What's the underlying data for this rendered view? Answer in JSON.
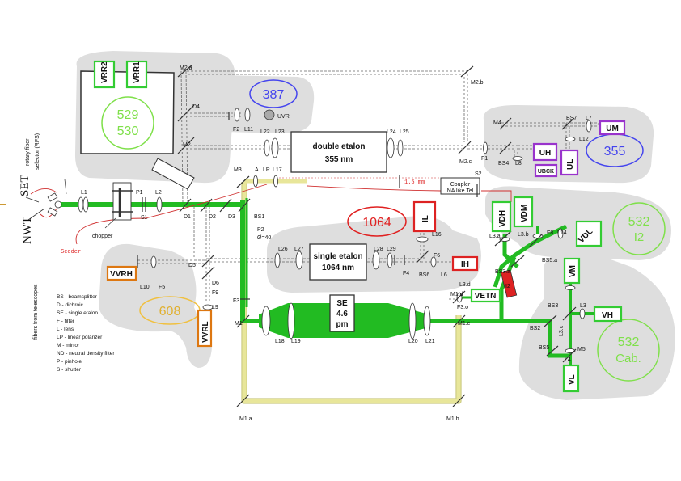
{
  "colors": {
    "green_beam": "#22bb22",
    "yellow_beam": "#e8e69a",
    "uv_region": "#dedede",
    "wl_green": "#7fe04a",
    "wl_blue": "#4444ee",
    "wl_red": "#e02020",
    "wl_orange": "#f0c040",
    "detector_green": "#33cc33",
    "detector_purple": "#9933cc",
    "detector_red": "#dd2222",
    "detector_orange": "#dd7711"
  },
  "side_labels": {
    "set": "SET",
    "nwt": "NWT",
    "rfs_1": "rotary fiber",
    "rfs_2": "selector (RFS)",
    "fibers": "fibers from telescopes"
  },
  "wavelengths": {
    "w529": "529",
    "w530": "530",
    "w387": "387",
    "w355": "355",
    "w1064": "1064",
    "w532a": "532",
    "w532a_sub": "I2",
    "w608": "608",
    "w532b": "532",
    "w532b_sub": "Cab."
  },
  "boxes": {
    "double_etalon_1": "double etalon",
    "double_etalon_2": "355 nm",
    "single_etalon_1": "single etalon",
    "single_etalon_2": "1064 nm",
    "se_1": "SE",
    "se_2": "4.6",
    "se_3": "pm",
    "coupler": "Coupler",
    "coupler_sub": "NA like Tel"
  },
  "detectors": {
    "vrr2": "VRR2",
    "vrr1": "VRR1",
    "um": "UM",
    "uh": "UH",
    "ul": "UL",
    "ubck": "UBCK",
    "il": "IL",
    "ih": "IH",
    "vdh": "VDH",
    "vdm": "VDM",
    "vdl": "VDL",
    "vm": "VM",
    "vh": "VH",
    "vl": "VL",
    "vetn": "VETN",
    "vvrh": "VVRH",
    "vvrl": "VVRL",
    "uvr": "UVR"
  },
  "components": {
    "m2a": "M2.a",
    "m2b": "M2.b",
    "m2": "M2",
    "m2c": "M2.c",
    "d4": "D4",
    "f2": "F2",
    "l11": "L11",
    "l22": "L22",
    "l23": "L23",
    "l24": "L24",
    "l25": "L25",
    "m3": "M3",
    "a": "A",
    "lp": "LP",
    "l17": "L17",
    "m4": "M4",
    "bs7": "BS7",
    "l7": "L7",
    "l12": "L12",
    "f1": "F1",
    "bs4": "BS4",
    "l8": "L8",
    "l1": "L1",
    "l2": "L2",
    "p1": "P1",
    "s1": "S1",
    "d1": "D1",
    "d2": "D2",
    "d3": "D3",
    "bs1": "BS1",
    "p2": "P2",
    "p2_sub": "Ø=40",
    "l16": "L16",
    "f6": "F6",
    "l6": "L6",
    "bs6": "BS6",
    "f4": "F4",
    "l26": "L26",
    "l27": "L27",
    "l28": "L28",
    "l29": "L29",
    "d5": "D5",
    "d6": "D6",
    "l10": "L10",
    "f5": "F5",
    "f9": "F9",
    "l9": "L9",
    "f3": "F3",
    "m1": "M1",
    "l18": "L18",
    "l19": "L19",
    "l20": "L20",
    "l21": "L21",
    "m1d": "M1.d",
    "m1c": "M1.c",
    "m1a": "M1.a",
    "m1b": "M1.b",
    "l3d": "L3.d",
    "f3o": "F3.o",
    "l3a": "L3.a",
    "l3b": "L3.b",
    "f8": "F8",
    "l14": "L14",
    "bs5a": "BS5.a",
    "bs3a": "BS3.a",
    "i2": "I2",
    "bs3": "BS3",
    "l3": "L3",
    "bs2": "BS2",
    "l3c": "L3.c",
    "bs5": "BS5",
    "l4": "L4",
    "m5": "M5",
    "chopper": "chopper",
    "seeder": "Seeder",
    "s2": "S2",
    "dist": "1.5 mm"
  },
  "legend": [
    "BS - beamsplitter",
    "D - dichroic",
    "SE - single etalon",
    "F - filter",
    "L - lens",
    "LP - linear polarizer",
    "M - mirror",
    "ND - neutral density filter",
    "P - pinhole",
    "S - shutter"
  ]
}
